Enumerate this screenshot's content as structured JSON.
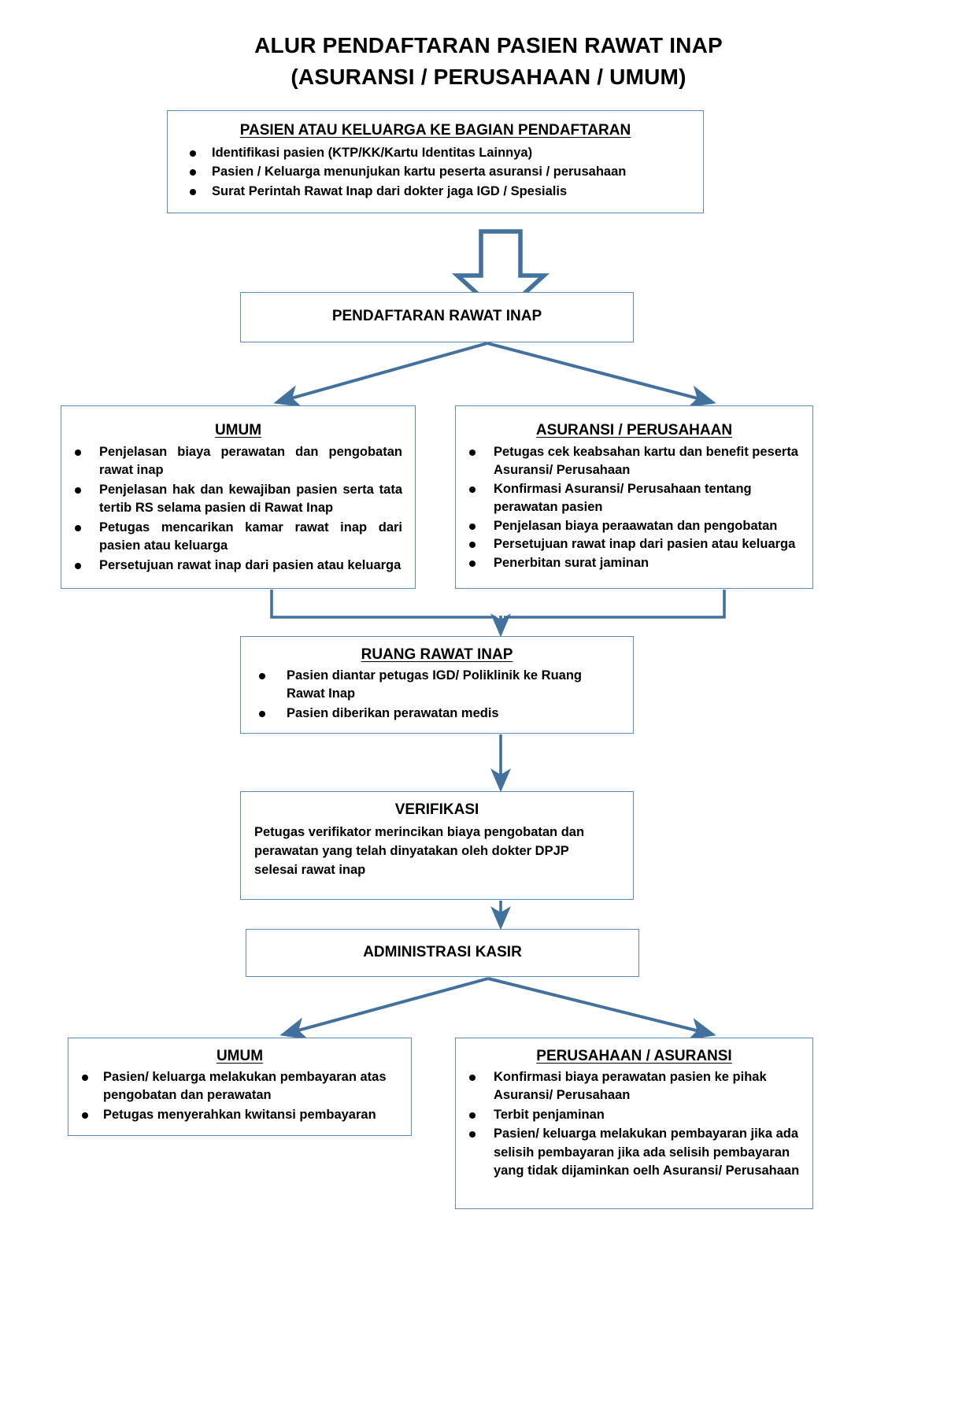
{
  "title": {
    "line1": "ALUR PENDAFTARAN PASIEN RAWAT INAP",
    "line2": "(ASURANSI / PERUSAHAAN / UMUM)"
  },
  "colors": {
    "box_border": "#5b8db8",
    "connector": "#41719c",
    "text": "#000000",
    "background": "#ffffff"
  },
  "nodes": {
    "registration": {
      "heading": "PASIEN ATAU KELUARGA KE BAGIAN PENDAFTARAN",
      "bullets": [
        "Identifikasi pasien (KTP/KK/Kartu Identitas Lainnya)",
        "Pasien / Keluarga menunjukan kartu peserta asuransi / perusahaan",
        "Surat Perintah Rawat Inap dari dokter jaga IGD / Spesialis"
      ]
    },
    "pendaftaran": {
      "heading": "PENDAFTARAN RAWAT INAP"
    },
    "umum": {
      "heading": "UMUM",
      "bullets": [
        "Penjelasan biaya perawatan dan pengobatan rawat inap",
        "Penjelasan hak dan kewajiban pasien serta tata tertib RS selama pasien di Rawat Inap",
        "Petugas mencarikan kamar rawat inap dari pasien atau  keluarga",
        "Persetujuan rawat inap dari pasien atau keluarga"
      ]
    },
    "asuransi": {
      "heading": "ASURANSI / PERUSAHAAN",
      "bullets": [
        "Petugas cek keabsahan kartu dan benefit peserta Asuransi/ Perusahaan",
        "Konfirmasi Asuransi/ Perusahaan tentang perawatan pasien",
        "Penjelasan biaya peraawatan dan pengobatan",
        "Persetujuan rawat inap dari pasien atau keluarga",
        "Penerbitan surat jaminan"
      ]
    },
    "ruang_rawat_inap": {
      "heading": "RUANG RAWAT INAP",
      "bullets": [
        "Pasien diantar petugas IGD/ Poliklinik ke Ruang Rawat Inap",
        "Pasien diberikan perawatan medis"
      ]
    },
    "verifikasi": {
      "heading": "VERIFIKASI",
      "body": "Petugas verifikator merincikan biaya pengobatan dan perawatan yang telah dinyatakan oleh dokter DPJP selesai rawat inap"
    },
    "kasir": {
      "heading": "ADMINISTRASI KASIR"
    },
    "umum_bayar": {
      "heading": "UMUM",
      "bullets": [
        "Pasien/ keluarga melakukan pembayaran atas pengobatan dan perawatan",
        "Petugas menyerahkan kwitansi pembayaran"
      ]
    },
    "perusahaan_asuransi": {
      "heading": "PERUSAHAAN / ASURANSI",
      "bullets": [
        "Konfirmasi biaya perawatan pasien ke pihak Asuransi/ Perusahaan",
        "Terbit penjaminan",
        "Pasien/ keluarga melakukan pembayaran jika ada selisih pembayaran jika ada selisih pembayaran yang tidak dijaminkan oelh Asuransi/ Perusahaan"
      ]
    }
  },
  "connectors": [
    {
      "name": "block-arrow-down-registration-to-pendaftaran",
      "type": "block-arrow",
      "direction": "down"
    },
    {
      "name": "split-pendaftaran-to-umum",
      "type": "line-arrow",
      "direction": "down-left"
    },
    {
      "name": "split-pendaftaran-to-asuransi",
      "type": "line-arrow",
      "direction": "down-right"
    },
    {
      "name": "merge-umum-asuransi-to-ruang",
      "type": "line-arrow",
      "direction": "down"
    },
    {
      "name": "ruang-to-verifikasi",
      "type": "line-arrow",
      "direction": "down"
    },
    {
      "name": "verifikasi-to-kasir",
      "type": "line-arrow",
      "direction": "down"
    },
    {
      "name": "split-kasir-to-umum-bayar",
      "type": "line-arrow",
      "direction": "down-left"
    },
    {
      "name": "split-kasir-to-perusahaan",
      "type": "line-arrow",
      "direction": "down-right"
    }
  ]
}
